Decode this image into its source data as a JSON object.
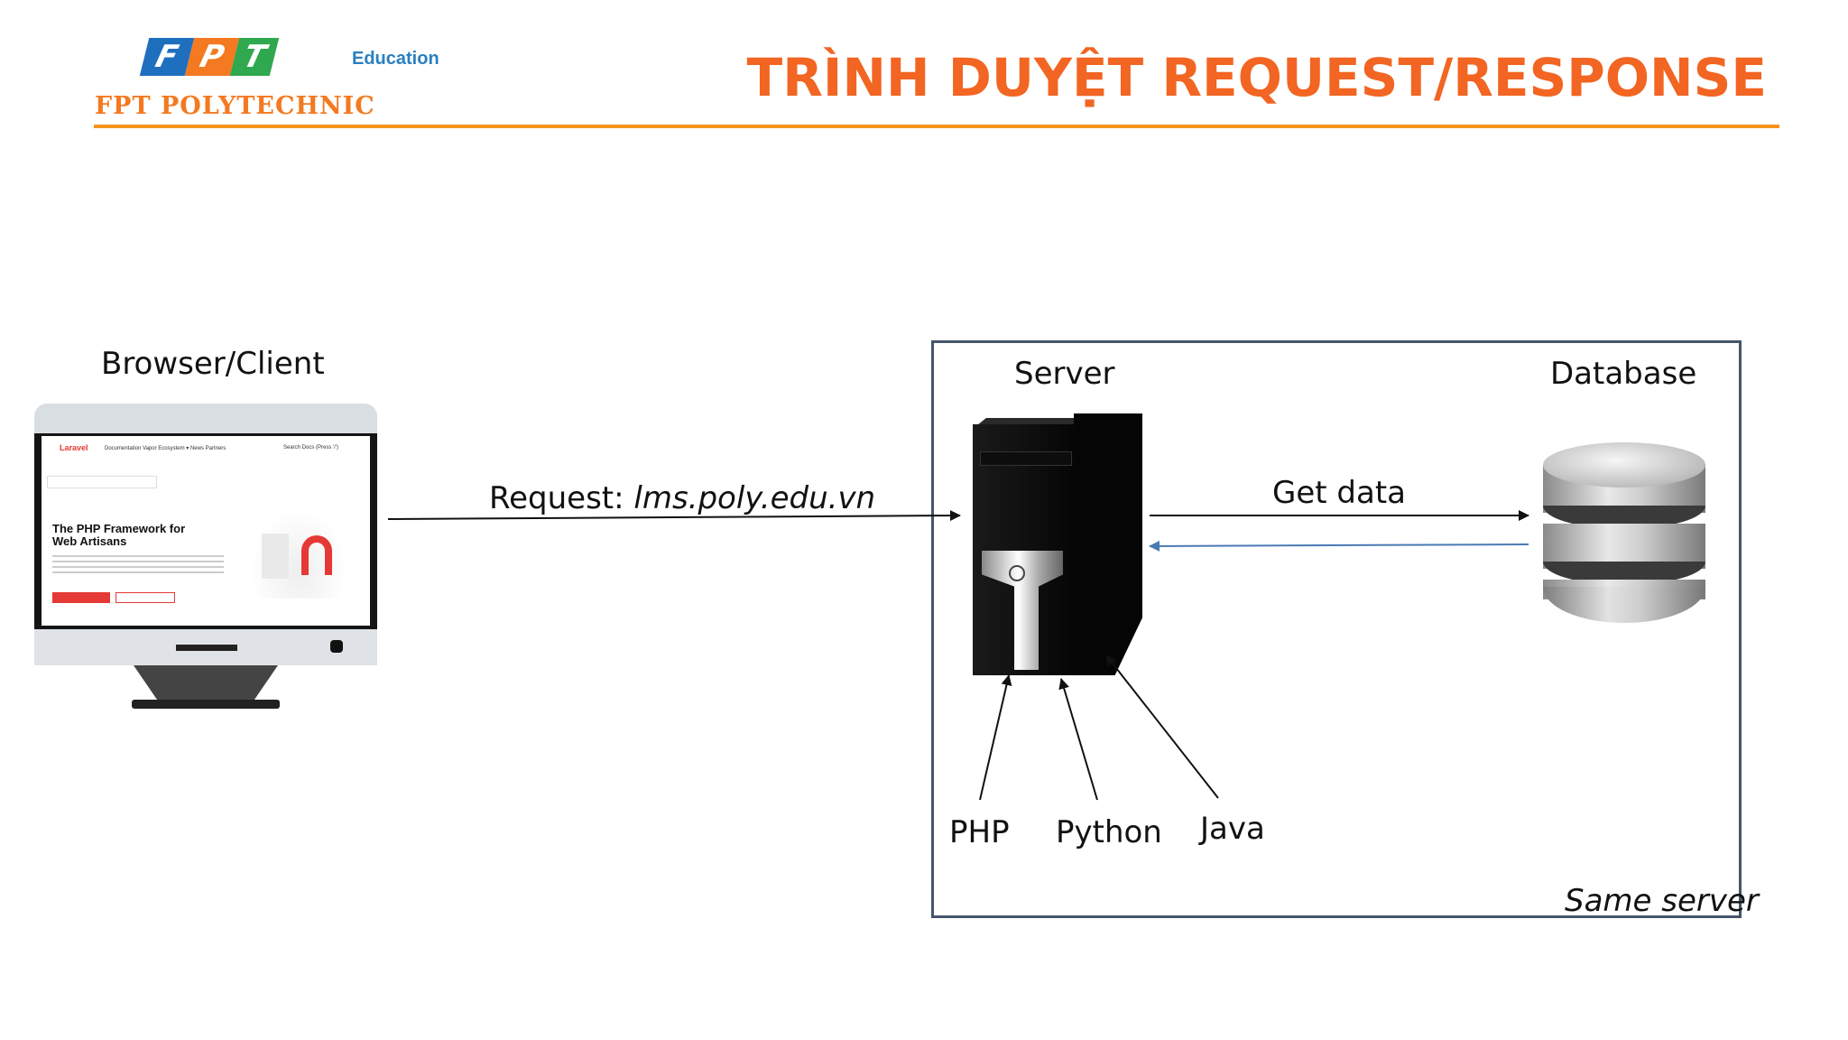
{
  "header": {
    "logo": {
      "brand_letters": [
        "F",
        "P",
        "T"
      ],
      "brand_colors": [
        "#1f6fbf",
        "#f47920",
        "#2fa84f"
      ],
      "education": "Education",
      "polytechnic": "FPT POLYTECHNIC"
    },
    "title": "TRÌNH DUYỆT REQUEST/RESPONSE",
    "accent_color": "#f26522",
    "rule_color": "#f7941d"
  },
  "diagram": {
    "client_label": "Browser/Client",
    "request_label_prefix": "Request: ",
    "request_url": "lms.poly.edu.vn",
    "server_label": "Server",
    "database_label": "Database",
    "get_data_label": "Get data",
    "languages": [
      "PHP",
      "Python",
      "Java"
    ],
    "same_server_label": "Same server",
    "response_arrow_color": "#4a7ab5",
    "box_border_color": "#44546a",
    "screen_site": {
      "logo": "Laravel",
      "nav": "Documentation   Vapor   Ecosystem ▾   News   Partners",
      "search": "Search Docs (Press '/')",
      "hero_line1": "The PHP Framework for",
      "hero_line2": "Web Artisans"
    }
  }
}
